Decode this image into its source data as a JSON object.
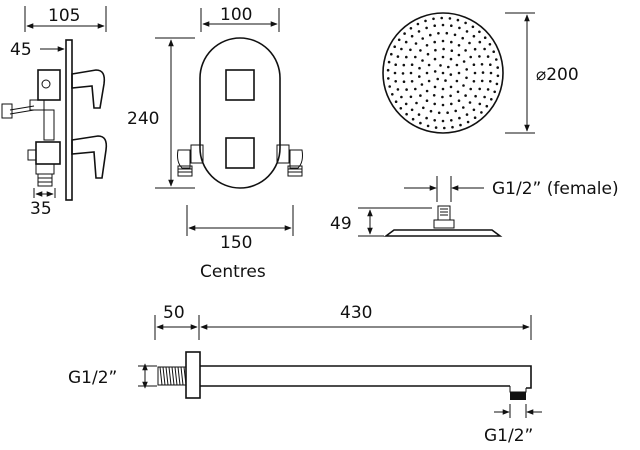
{
  "dimensions": {
    "valve_depth": "105",
    "valve_offset": "45",
    "valve_bottom": "35",
    "plate_width": "100",
    "plate_height": "240",
    "centres_value": "150",
    "centres_label": "Centres",
    "head_diameter": "⌀200",
    "head_thread": "G1/2” (female)",
    "head_height": "49",
    "arm_flange": "50",
    "arm_length": "430",
    "arm_thread_left": "G1/2”",
    "arm_thread_right": "G1/2”"
  }
}
